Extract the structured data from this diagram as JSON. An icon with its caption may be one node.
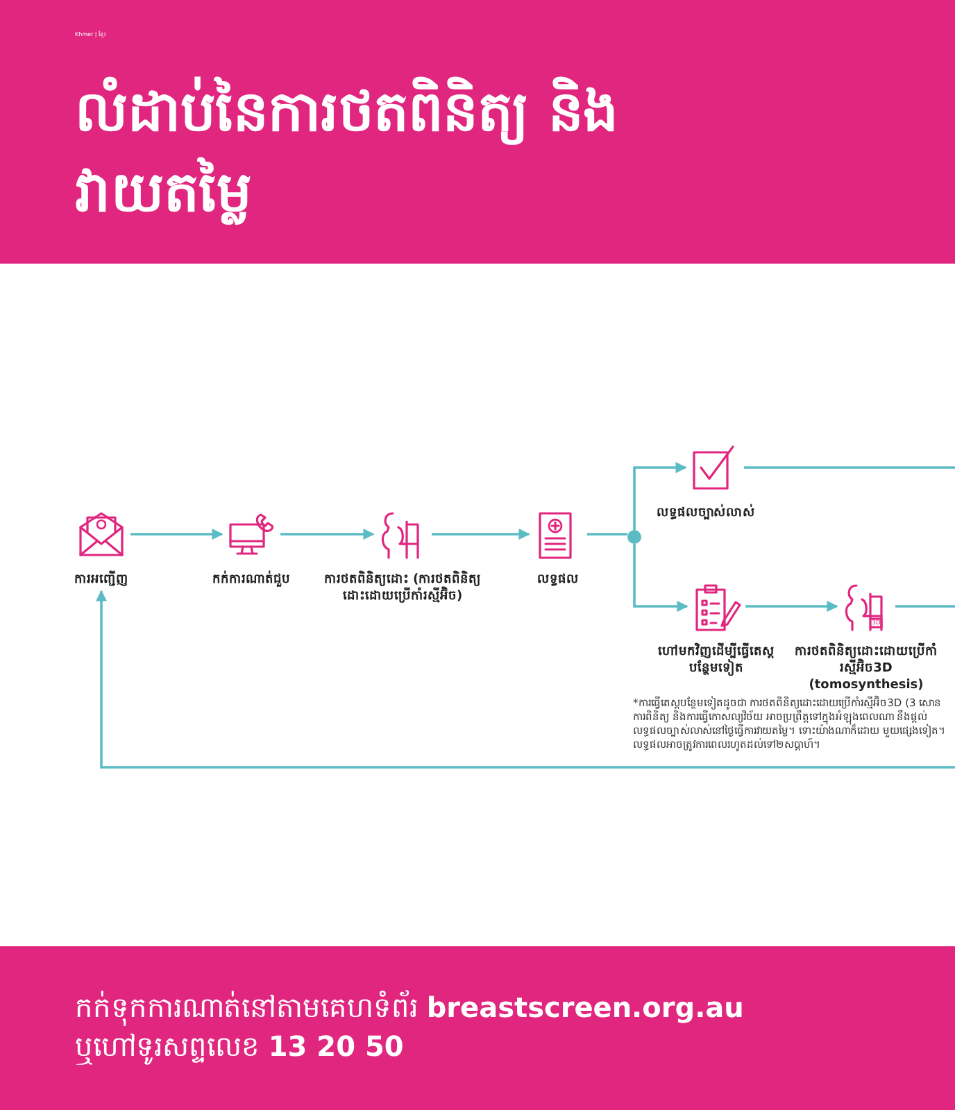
{
  "diagram": {
    "title": "លំដាប់នៃការថតពិនិត្យ និងវាយតម្លៃ",
    "nodes": [
      {
        "text": [
          "ការអញ្ជើញ"
        ]
      },
      {
        "text": [
          "កក់ការណាត់ជួប"
        ]
      },
      {
        "text": [
          "ការថតពិនិត្យដោះ (ការថតពិនិត្យដោះដោយប្រើកាំរស្មីអ៊ិច)"
        ]
      },
      {
        "text": [
          "លទ្ធផល"
        ]
      },
      {
        "text": [],
        "shape": "circle"
      },
      {
        "text": [
          "លទ្ធផលច្បាស់លាស់"
        ]
      },
      {
        "text": [
          "ហៅមកវិញដើម្បីធ្វើតេស្តបន្ថែមទៀត"
        ]
      },
      {
        "text": [
          "ការថតពិនិត្យដោះដោយប្រើកាំរស្មីអ៊ិច3D (tomosynthesis)"
        ]
      }
    ],
    "edges": [
      {
        "from": 0,
        "to": 1,
        "arrow": "to"
      },
      {
        "from": 1,
        "to": 2,
        "arrow": "to"
      },
      {
        "from": 2,
        "to": 3,
        "arrow": "to"
      },
      {
        "from": 3,
        "to": 4,
        "arrow": "none"
      },
      {
        "from": 4,
        "to": 5,
        "arrow": "to"
      },
      {
        "from": 4,
        "to": 6,
        "arrow": "to"
      },
      {
        "from": 6,
        "to": 7,
        "arrow": "to"
      },
      {
        "from": 5,
        "to": null,
        "arrow": "none"
      },
      {
        "from": 7,
        "to": null,
        "arrow": "none"
      },
      {
        "from": null,
        "to": 0,
        "arrow": "to"
      }
    ],
    "labels": [
      "Khmer | ខ្មែរ",
      "3D",
      "*ការធ្វើតេស្តបន្ថែមទៀតដូចជា ការថតពិនិត្យដោះដោយប្រើកាំរស្មីអ៊ិច3D (3 សោន ការពិនិត្យ និងការធ្វើកោសល្យវិច័យ អាចប្រព្រឹត្តទៅក្នុងអំឡុងពេលណា នឹងផ្តល់លទ្ធផលច្បាស់លាស់នៅថ្ងៃធ្វើការវាយតម្លៃ។ ទោះយ៉ាងណាក៏ដោយ មួយផ្សេងទៀត។ លទ្ធផលអាចត្រូវការពេលរហូតដល់ទៅ២សប្តាហ៍។",
      "កក់ទុកការណាត់នៅតាមគេហទំព័រ **breastscreen.org.au**",
      "ឬហៅទូរសព្ទលេខ **13 20 50**"
    ]
  }
}
